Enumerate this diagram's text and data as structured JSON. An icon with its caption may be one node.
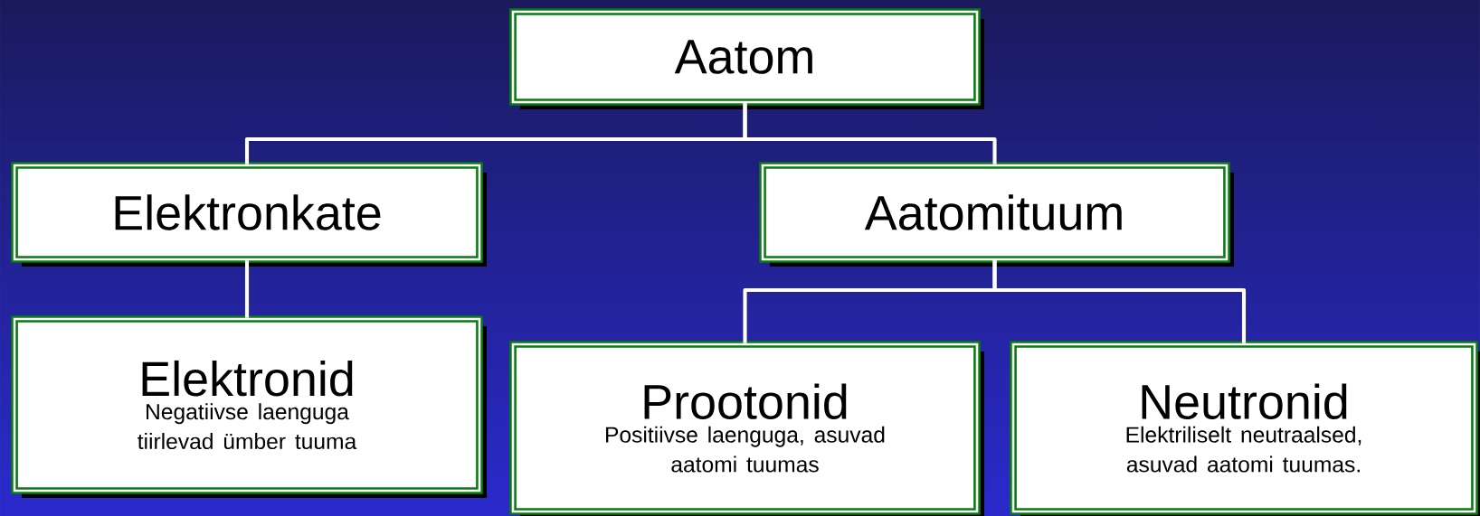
{
  "diagram": {
    "nodes": [
      {
        "text": [
          "Aatom"
        ]
      },
      {
        "text": [
          "Elektronkate"
        ]
      },
      {
        "text": [
          "Aatomituum"
        ]
      },
      {
        "text": [
          "Elektronid",
          "Negatiivse laenguga tiirlevad ümber tuuma"
        ]
      },
      {
        "text": [
          "Prootonid",
          "Positiivse laenguga, asuvad aatomi tuumas"
        ]
      },
      {
        "text": [
          "Neutronid",
          "Elektriliselt neutraalsed, asuvad aatomi tuumas."
        ]
      }
    ],
    "edges": [
      {
        "from": 0,
        "to": 1,
        "arrow": "none"
      },
      {
        "from": 0,
        "to": 2,
        "arrow": "none"
      },
      {
        "from": 1,
        "to": 3,
        "arrow": "none"
      },
      {
        "from": 2,
        "to": 4,
        "arrow": "none"
      },
      {
        "from": 2,
        "to": 5,
        "arrow": "none"
      }
    ]
  }
}
